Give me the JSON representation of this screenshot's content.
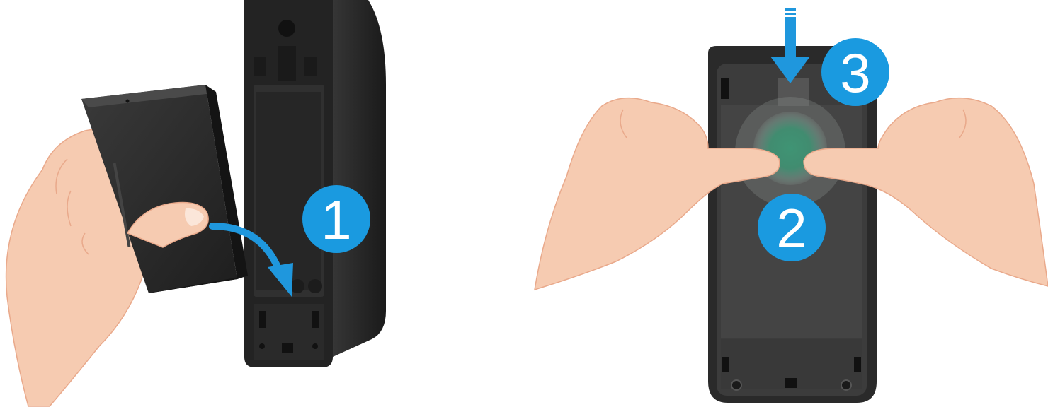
{
  "steps": [
    {
      "number": "1"
    },
    {
      "number": "2"
    },
    {
      "number": "3"
    }
  ],
  "colors": {
    "step_badge": "#1a9ae0",
    "arrow": "#1f97dd",
    "device_body": "#2b2b2b",
    "device_inner": "#3a3a3a",
    "battery": "#2e2e2e",
    "skin": "#f6cbb1",
    "skin_line": "#e9a98b",
    "press_glow": "#3e8f6f"
  },
  "icons": [
    "curved-arrow-icon",
    "down-arrow-icon"
  ]
}
